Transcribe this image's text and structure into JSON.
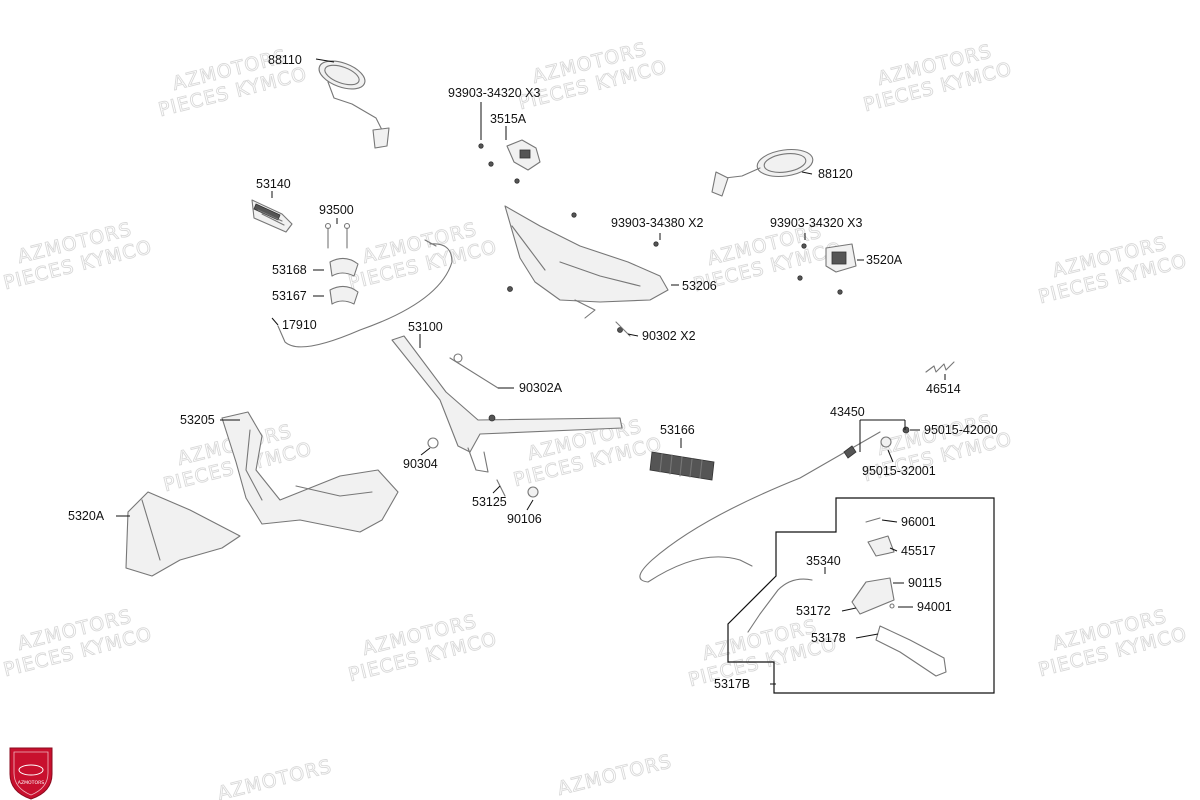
{
  "watermark": {
    "line1": "AZMOTORS",
    "line2": "PIECES KYMCO"
  },
  "logo": {
    "text": "AZMOTORS",
    "color": "#c8102e"
  },
  "parts": [
    {
      "id": "p88110",
      "label": "88110"
    },
    {
      "id": "p93903a",
      "label": "93903-34320 X3"
    },
    {
      "id": "p3515A",
      "label": "3515A"
    },
    {
      "id": "p88120",
      "label": "88120"
    },
    {
      "id": "p53140",
      "label": "53140"
    },
    {
      "id": "p93500",
      "label": "93500"
    },
    {
      "id": "p93903b",
      "label": "93903-34380 X2"
    },
    {
      "id": "p93903c",
      "label": "93903-34320 X3"
    },
    {
      "id": "p3520A",
      "label": "3520A"
    },
    {
      "id": "p53168",
      "label": "53168"
    },
    {
      "id": "p53167",
      "label": "53167"
    },
    {
      "id": "p53206",
      "label": "53206"
    },
    {
      "id": "p17910",
      "label": "17910"
    },
    {
      "id": "p53100",
      "label": "53100"
    },
    {
      "id": "p90302x2",
      "label": "90302 X2"
    },
    {
      "id": "p90302A",
      "label": "90302A"
    },
    {
      "id": "p46514",
      "label": "46514"
    },
    {
      "id": "p53205",
      "label": "53205"
    },
    {
      "id": "p43450",
      "label": "43450"
    },
    {
      "id": "p53166",
      "label": "53166"
    },
    {
      "id": "p95015a",
      "label": "95015-42000"
    },
    {
      "id": "p90304",
      "label": "90304"
    },
    {
      "id": "p95015b",
      "label": "95015-32001"
    },
    {
      "id": "p53125",
      "label": "53125"
    },
    {
      "id": "p5320A",
      "label": "5320A"
    },
    {
      "id": "p90106",
      "label": "90106"
    },
    {
      "id": "p96001",
      "label": "96001"
    },
    {
      "id": "p45517",
      "label": "45517"
    },
    {
      "id": "p35340",
      "label": "35340"
    },
    {
      "id": "p90115",
      "label": "90115"
    },
    {
      "id": "p53172",
      "label": "53172"
    },
    {
      "id": "p94001",
      "label": "94001"
    },
    {
      "id": "p53178",
      "label": "53178"
    },
    {
      "id": "p5317B",
      "label": "5317B"
    }
  ]
}
